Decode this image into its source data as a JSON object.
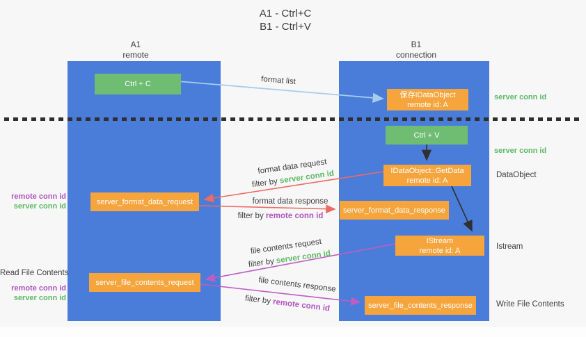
{
  "title": {
    "line1": "A1 - Ctrl+C",
    "line2": "B1 - Ctrl+V"
  },
  "columns": {
    "left": {
      "id": "A1",
      "role": "remote"
    },
    "right": {
      "id": "B1",
      "role": "connection"
    }
  },
  "nodes": {
    "ctrl_c": {
      "label": "Ctrl + C"
    },
    "save_idataobject": {
      "line1": "保存IDataObject",
      "line2": "remote id: A"
    },
    "ctrl_v": {
      "label": "Ctrl + V"
    },
    "getdata": {
      "line1": "IDataObject::GetData",
      "line2": "remote id: A"
    },
    "format_request": {
      "label": "server_format_data_request"
    },
    "format_response": {
      "label": "server_format_data_response"
    },
    "istream": {
      "line1": "IStream",
      "line2": "remote id: A"
    },
    "file_request": {
      "label": "server_file_contents_request"
    },
    "file_response": {
      "label": "server_file_contents_response"
    }
  },
  "arrow_labels": {
    "format_list": "format list",
    "format_data_request": "format data request",
    "format_data_response": "format data response",
    "file_contents_request": "file contents request",
    "file_contents_response": "file contents response",
    "filter_by": "filter by",
    "server_conn_id": "server conn id",
    "remote_conn_id": "remote conn id"
  },
  "side_labels": {
    "server_conn_id": "server conn id",
    "remote_conn_id": "remote conn id",
    "dataobject": "DataObject",
    "istream": "Istream",
    "read_file_contents": "Read File Contents",
    "write_file_contents": "Write File Contents"
  },
  "colors": {
    "lane_blue": "#4a7cd9",
    "node_green": "#6fbc73",
    "node_orange": "#f6a43c",
    "arrow_light_blue": "#a5cdec",
    "arrow_salmon": "#ec6b63",
    "arrow_magenta": "#bd5ec2",
    "arrow_black": "#303030",
    "text_green": "#5cb964",
    "text_purple": "#b153c1",
    "text_dark": "#3d3d3d"
  }
}
